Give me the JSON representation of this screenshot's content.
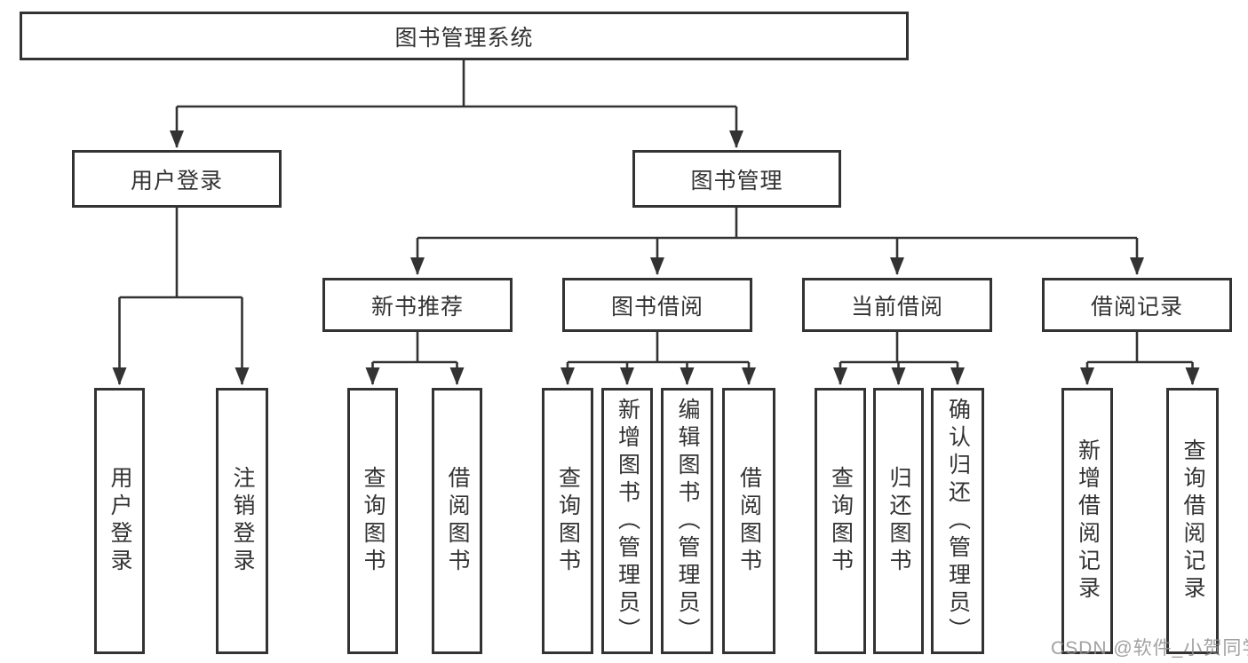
{
  "tree": {
    "label": "图书管理系统",
    "children": [
      {
        "label": "用户登录",
        "children": [
          {
            "label": "用户登录"
          },
          {
            "label": "注销登录"
          }
        ]
      },
      {
        "label": "图书管理",
        "children": [
          {
            "label": "新书推荐",
            "children": [
              {
                "label": "查询图书"
              },
              {
                "label": "借阅图书"
              }
            ]
          },
          {
            "label": "图书借阅",
            "children": [
              {
                "label": "查询图书"
              },
              {
                "label": "新增图书（管理员）"
              },
              {
                "label": "编辑图书（管理员）"
              },
              {
                "label": "借阅图书"
              }
            ]
          },
          {
            "label": "当前借阅",
            "children": [
              {
                "label": "查询图书"
              },
              {
                "label": "归还图书"
              },
              {
                "label": "确认归还（管理员）"
              }
            ]
          },
          {
            "label": "借阅记录",
            "children": [
              {
                "label": "新增借阅记录"
              },
              {
                "label": "查询借阅记录"
              }
            ]
          }
        ]
      }
    ]
  },
  "watermark": "CSDN @软件_小贺同学",
  "colors": {
    "line": "#333333",
    "text": "#333333",
    "box_background": "#ffffff",
    "watermark": "#919191",
    "page_background": "#ffffff"
  }
}
